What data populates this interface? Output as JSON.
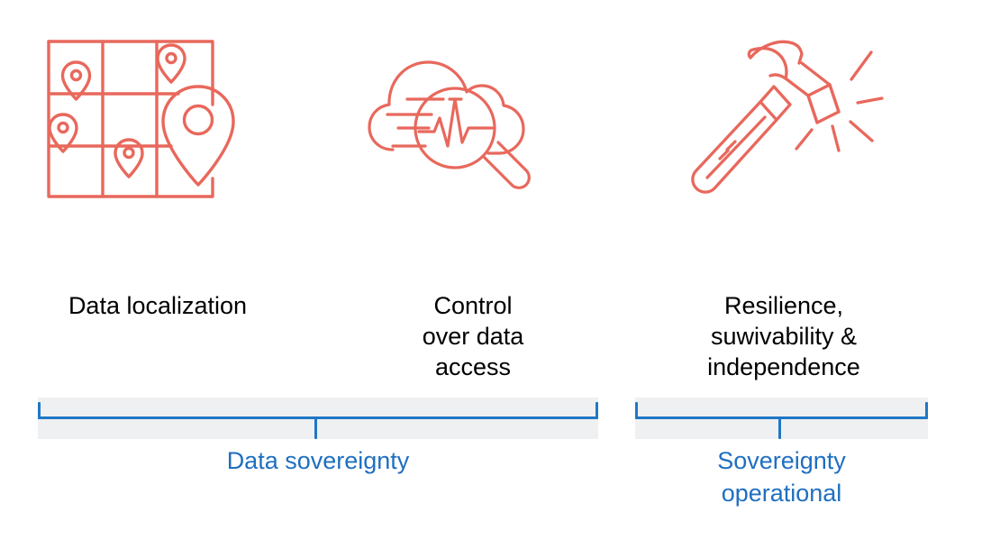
{
  "colors": {
    "icon_coral": "#e8685c",
    "bracket_blue": "#2077c4",
    "caption_blue": "#1f6fc0",
    "band_gray": "#eef0f2",
    "background": "#ffffff",
    "heading_black": "#000000"
  },
  "columns": [
    {
      "icon_name": "map-with-location-pins-icon",
      "label": "Data localization"
    },
    {
      "icon_name": "cloud-with-magnifier-analytics-icon",
      "label": "Control\nover data\naccess"
    },
    {
      "icon_name": "hammer-with-impact-sparks-icon",
      "label": "Resilience,\nsuwivability &\nindependence"
    }
  ],
  "brackets": [
    {
      "caption": "Data sovereignty",
      "spans_columns": 2
    },
    {
      "caption": "Sovereignty\noperational",
      "spans_columns": 1
    }
  ]
}
